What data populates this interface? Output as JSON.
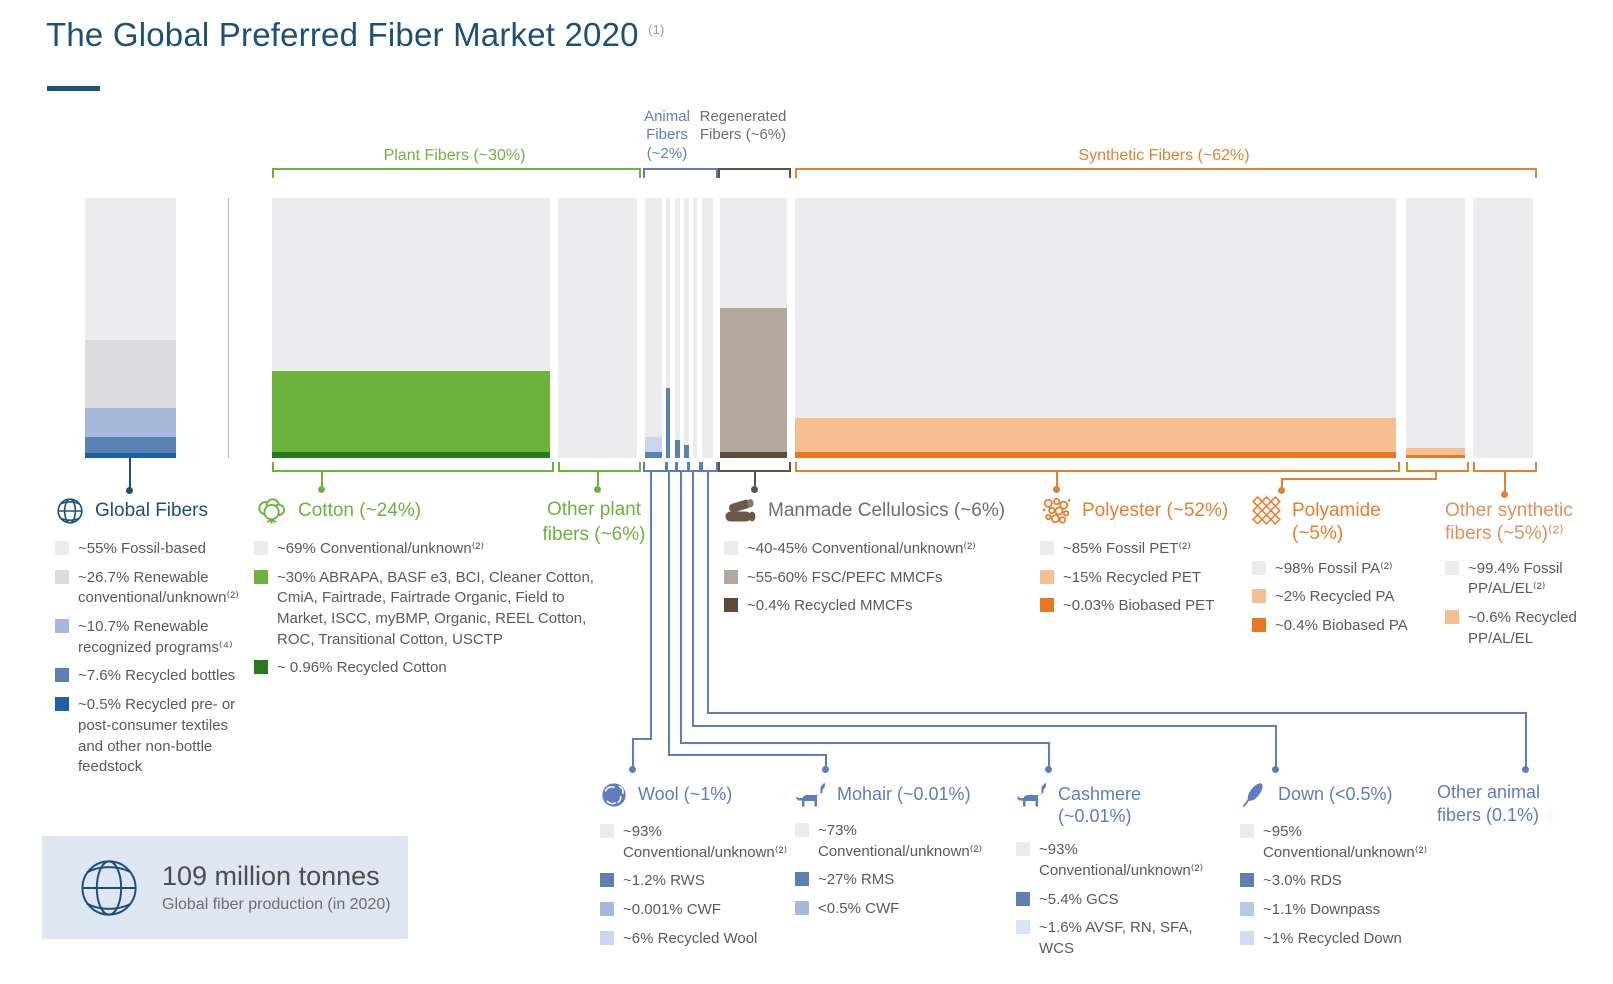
{
  "title": {
    "text": "The Global Preferred Fiber Market 2020",
    "sup": "(1)"
  },
  "group_labels": {
    "plant": "Plant Fibers (~30%)",
    "animal": "Animal Fibers (~2%)",
    "regenerated": "Regenerated Fibers (~6%)",
    "synthetic": "Synthetic Fibers (~62%)"
  },
  "legends": {
    "global": {
      "title": "Global Fibers",
      "items": [
        {
          "label": "~55% Fossil-based"
        },
        {
          "label": "~26.7% Renewable conventional/unknown⁽²⁾"
        },
        {
          "label": "~10.7% Renewable recognized programs⁽⁴⁾"
        },
        {
          "label": "~7.6% Recycled bottles"
        },
        {
          "label": "~0.5% Recycled pre- or post-consumer textiles and other non-bottle feedstock"
        }
      ]
    },
    "cotton": {
      "title": "Cotton (~24%)",
      "items": [
        {
          "label": "~69% Conventional/unknown⁽²⁾"
        },
        {
          "label": "~30% ABRAPA, BASF e3, BCI, Cleaner Cotton, CmiA, Fairtrade, Fairtrade Organic, Field to Market, ISCC, myBMP, Organic, REEL Cotton, ROC, Transitional Cotton, USCTP"
        },
        {
          "label": "~ 0.96% Recycled Cotton"
        }
      ]
    },
    "other_plant": {
      "title": "Other plant fibers (~6%)"
    },
    "manmade": {
      "title": "Manmade Cellulosics (~6%)",
      "items": [
        {
          "label": "~40-45% Conventional/unknown⁽²⁾"
        },
        {
          "label": "~55-60% FSC/PEFC MMCFs"
        },
        {
          "label": "~0.4% Recycled MMCFs"
        }
      ]
    },
    "polyester": {
      "title": "Polyester (~52%)",
      "items": [
        {
          "label": "~85% Fossil PET⁽²⁾"
        },
        {
          "label": "~15% Recycled PET"
        },
        {
          "label": "~0.03% Biobased PET"
        }
      ]
    },
    "polyamide": {
      "title": "Polyamide (~5%)",
      "items": [
        {
          "label": "~98% Fossil PA⁽²⁾"
        },
        {
          "label": "~2% Recycled PA"
        },
        {
          "label": "~0.4% Biobased PA"
        }
      ]
    },
    "other_synthetic": {
      "title": "Other synthetic fibers (~5%)⁽²⁾",
      "items": [
        {
          "label": "~99.4% Fossil PP/AL/EL⁽²⁾"
        },
        {
          "label": "~0.6% Recycled PP/AL/EL"
        }
      ]
    },
    "wool": {
      "title": "Wool (~1%)",
      "items": [
        {
          "label": "~93% Conventional/unknown⁽²⁾"
        },
        {
          "label": "~1.2% RWS"
        },
        {
          "label": "~0.001% CWF"
        },
        {
          "label": "~6% Recycled Wool"
        }
      ]
    },
    "mohair": {
      "title": "Mohair (~0.01%)",
      "items": [
        {
          "label": "~73% Conventional/unknown⁽²⁾"
        },
        {
          "label": "~27% RMS"
        },
        {
          "label": "<0.5% CWF"
        }
      ]
    },
    "cashmere": {
      "title": "Cashmere (~0.01%)",
      "items": [
        {
          "label": "~93% Conventional/unknown⁽²⁾"
        },
        {
          "label": "~5.4% GCS"
        },
        {
          "label": "~1.6% AVSF, RN, SFA, WCS"
        }
      ]
    },
    "down": {
      "title": "Down (<0.5%)",
      "items": [
        {
          "label": "~95% Conventional/unknown⁽²⁾"
        },
        {
          "label": "~3.0% RDS"
        },
        {
          "label": "~1.1% Downpass"
        },
        {
          "label": "~1% Recycled Down"
        }
      ]
    },
    "other_animal": {
      "title": "Other animal fibers (0.1%)"
    }
  },
  "info_box": {
    "value": "109 million tonnes",
    "caption": "Global fiber production (in 2020)"
  },
  "palette": {
    "title_blue": "#1d5078",
    "animal_blue": "#5c7ebf",
    "green": "#6cb33e",
    "dark_green": "#287a1f",
    "gray_label": "#6d6e71",
    "orange": "#e08330",
    "dark_orange": "#e87722",
    "light_orange": "#f5bf92",
    "tan": "#b3a79e",
    "brown": "#5e4a3c",
    "bar_gray": "#ececee",
    "bar_gray2": "#dcdcde",
    "light_periwinkle": "#a7b9da",
    "mid_blue": "#5b80b4",
    "dark_blue_seg": "#1e5fa3",
    "legend_text": "#58595b",
    "infobox_bg": "#dee6f2"
  },
  "chart_data": {
    "type": "bar",
    "title": "The Global Preferred Fiber Market 2020",
    "note": "Marimekko-style: column width = share of global fiber market, column segments = share within that fiber (bottom-up). Total = 109 million tonnes global fiber production in 2020.",
    "columns": [
      {
        "name": "Global Fibers",
        "share_pct": 100,
        "segments": [
          {
            "label": "Fossil-based",
            "pct": 55
          },
          {
            "label": "Renewable conventional/unknown",
            "pct": 26.7
          },
          {
            "label": "Renewable recognized programs",
            "pct": 10.7
          },
          {
            "label": "Recycled bottles",
            "pct": 7.6
          },
          {
            "label": "Recycled pre- or post-consumer textiles and other non-bottle feedstock",
            "pct": 0.5
          }
        ]
      },
      {
        "name": "Cotton",
        "share_pct": 24,
        "group": "Plant Fibers (~30%)",
        "segments": [
          {
            "label": "Conventional/unknown",
            "pct": 69
          },
          {
            "label": "ABRAPA, BASF e3, BCI, Cleaner Cotton, CmiA, Fairtrade, Fairtrade Organic, Field to Market, ISCC, myBMP, Organic, REEL Cotton, ROC, Transitional Cotton, USCTP",
            "pct": 30
          },
          {
            "label": "Recycled Cotton",
            "pct": 0.96
          }
        ]
      },
      {
        "name": "Other plant fibers",
        "share_pct": 6,
        "group": "Plant Fibers (~30%)",
        "segments": []
      },
      {
        "name": "Wool",
        "share_pct": 1,
        "group": "Animal Fibers (~2%)",
        "segments": [
          {
            "label": "Conventional/unknown",
            "pct": 93
          },
          {
            "label": "RWS",
            "pct": 1.2
          },
          {
            "label": "CWF",
            "pct": 0.001
          },
          {
            "label": "Recycled Wool",
            "pct": 6
          }
        ]
      },
      {
        "name": "Mohair",
        "share_pct": 0.01,
        "group": "Animal Fibers (~2%)",
        "segments": [
          {
            "label": "Conventional/unknown",
            "pct": 73
          },
          {
            "label": "RMS",
            "pct": 27
          },
          {
            "label": "CWF",
            "pct": "<0.5"
          }
        ]
      },
      {
        "name": "Cashmere",
        "share_pct": 0.01,
        "group": "Animal Fibers (~2%)",
        "segments": [
          {
            "label": "Conventional/unknown",
            "pct": 93
          },
          {
            "label": "GCS",
            "pct": 5.4
          },
          {
            "label": "AVSF, RN, SFA, WCS",
            "pct": 1.6
          }
        ]
      },
      {
        "name": "Down",
        "share_pct": "<0.5",
        "group": "Animal Fibers (~2%)",
        "segments": [
          {
            "label": "Conventional/unknown",
            "pct": 95
          },
          {
            "label": "RDS",
            "pct": 3.0
          },
          {
            "label": "Downpass",
            "pct": 1.1
          },
          {
            "label": "Recycled Down",
            "pct": 1
          }
        ]
      },
      {
        "name": "Other animal fibers",
        "share_pct": 0.1,
        "group": "Animal Fibers (~2%)",
        "segments": []
      },
      {
        "name": "Manmade Cellulosics",
        "share_pct": 6,
        "group": "Regenerated Fibers (~6%)",
        "segments": [
          {
            "label": "Conventional/unknown",
            "pct": "40-45"
          },
          {
            "label": "FSC/PEFC MMCFs",
            "pct": "55-60"
          },
          {
            "label": "Recycled MMCFs",
            "pct": 0.4
          }
        ]
      },
      {
        "name": "Polyester",
        "share_pct": 52,
        "group": "Synthetic Fibers (~62%)",
        "segments": [
          {
            "label": "Fossil PET",
            "pct": 85
          },
          {
            "label": "Recycled PET",
            "pct": 15
          },
          {
            "label": "Biobased PET",
            "pct": 0.03
          }
        ]
      },
      {
        "name": "Polyamide",
        "share_pct": 5,
        "group": "Synthetic Fibers (~62%)",
        "segments": [
          {
            "label": "Fossil PA",
            "pct": 98
          },
          {
            "label": "Recycled PA",
            "pct": 2
          },
          {
            "label": "Biobased PA",
            "pct": 0.4
          }
        ]
      },
      {
        "name": "Other synthetic fibers",
        "share_pct": 5,
        "group": "Synthetic Fibers (~62%)",
        "segments": [
          {
            "label": "Fossil PP/AL/EL",
            "pct": 99.4
          },
          {
            "label": "Recycled PP/AL/EL",
            "pct": 0.6
          }
        ]
      }
    ],
    "total": "109 million tonnes"
  }
}
